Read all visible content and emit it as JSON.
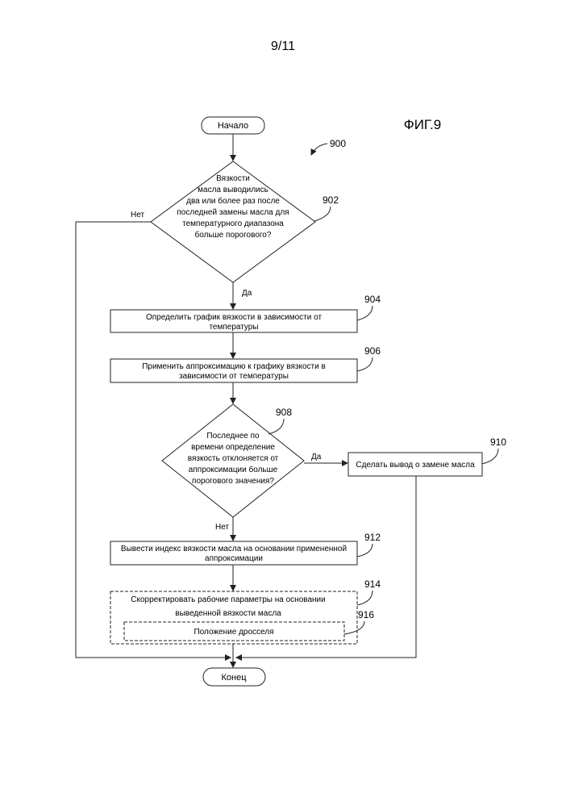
{
  "page_number": "9/11",
  "figure_label": "ФИГ.9",
  "ref": {
    "diagram": "900",
    "n902": "902",
    "n904": "904",
    "n906": "906",
    "n908": "908",
    "n910": "910",
    "n912": "912",
    "n914": "914",
    "n916": "916"
  },
  "start": "Начало",
  "end": "Конец",
  "d902": {
    "lines": [
      "Вязкости",
      "масла выводились",
      "два или более раз после",
      "последней замены масла для",
      "температурного диапазона",
      "больше порогового?"
    ],
    "no": "Нет",
    "yes": "Да"
  },
  "b904": {
    "lines": [
      "Определить график вязкости в зависимости от",
      "температуры"
    ]
  },
  "b906": {
    "lines": [
      "Применить аппроксимацию к графику вязкости в",
      "зависимости от температуры"
    ]
  },
  "d908": {
    "lines": [
      "Последнее по",
      "времени определение",
      "вязкость отклоняется от",
      "аппроксимации больше",
      "порогового значения?"
    ],
    "yes": "Да",
    "no": "Нет"
  },
  "b910": {
    "text": "Сделать вывод о замене масла"
  },
  "b912": {
    "lines": [
      "Вывести индекс вязкости масла на основании примененной",
      "аппроксимации"
    ]
  },
  "b914": {
    "lines": [
      "Скорректировать рабочие параметры на основании",
      "выведенной вязкости масла"
    ]
  },
  "b916": {
    "text": "Положение дросселя"
  }
}
